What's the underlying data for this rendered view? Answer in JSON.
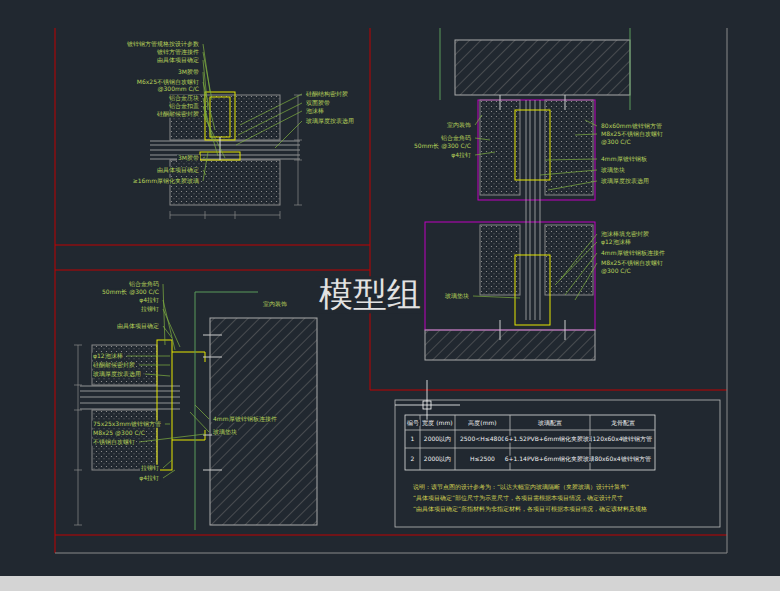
{
  "diagram": {
    "labels": [
      "镀锌钢方管规格按设计参数",
      "镀锌方管连接件",
      "由具体项目确定",
      "3M胶带",
      "M6x25不锈钢自攻螺钉",
      "@300mm C/C",
      "铝合金压块",
      "铝合金扣盖",
      "硅酮耐候密封胶",
      "3M胶带",
      "由具体项目确定",
      "≥16mm厚钢化夹胶玻璃",
      "硅酮结构密封胶",
      "双面胶带",
      "泡沫棒",
      "玻璃厚度按表选用",
      "室内装饰",
      "铝合金角码",
      "50mm长 @300 C/C",
      "φ4拉钉",
      "80x60mm镀锌钢方管",
      "M8x25不锈钢自攻螺钉",
      "@300 C/C",
      "4mm厚镀锌钢板",
      "玻璃垫块",
      "玻璃厚度按表选用",
      "泡沫棒填充密封胶",
      "φ12泡沫棒",
      "4mm厚镀锌钢板连接件",
      "M8x25不锈钢自攻螺钉",
      "@300 C/C",
      "玻璃垫块",
      "铝合金角码",
      "50mm长 @300 C/C",
      "φ4拉钉",
      "拉铆钉",
      "由具体项目确定",
      "φ12泡沫棒",
      "硅酮耐候密封胶",
      "玻璃厚度按表选用",
      "75x25x3mm镀锌钢方管",
      "M8x25 @300 C/C",
      "不锈钢自攻螺钉",
      "拉铆钉",
      "φ4拉钉",
      "室内装饰",
      "4mm厚镀锌钢板连接件",
      "玻璃垫块",
      "模型组",
      "编号",
      "宽度 (mm)",
      "高度(mm)",
      "玻璃配置",
      "龙骨配置",
      "1",
      "2000以内",
      "2500<H≤4800",
      "6+1.52PVB+6mm钢化夹胶玻璃",
      "120x60x4镀锌钢方管",
      "2",
      "2000以内",
      "H≤2500",
      "6+1.14PVB+6mm钢化夹胶玻璃",
      "80x60x4镀锌钢方管",
      "说明：该节点图的设计参考为：“以达大幅室内玻璃隔断（夹胶玻璃）设计计算书”",
      "“具体项目确定”部位尺寸为示意尺寸，各项目需根据本项目情况，确定设计尺寸",
      "“由具体项目确定”所指材料为非指定材料，各项目可根据本项目情况，确定该材料及规格"
    ]
  }
}
